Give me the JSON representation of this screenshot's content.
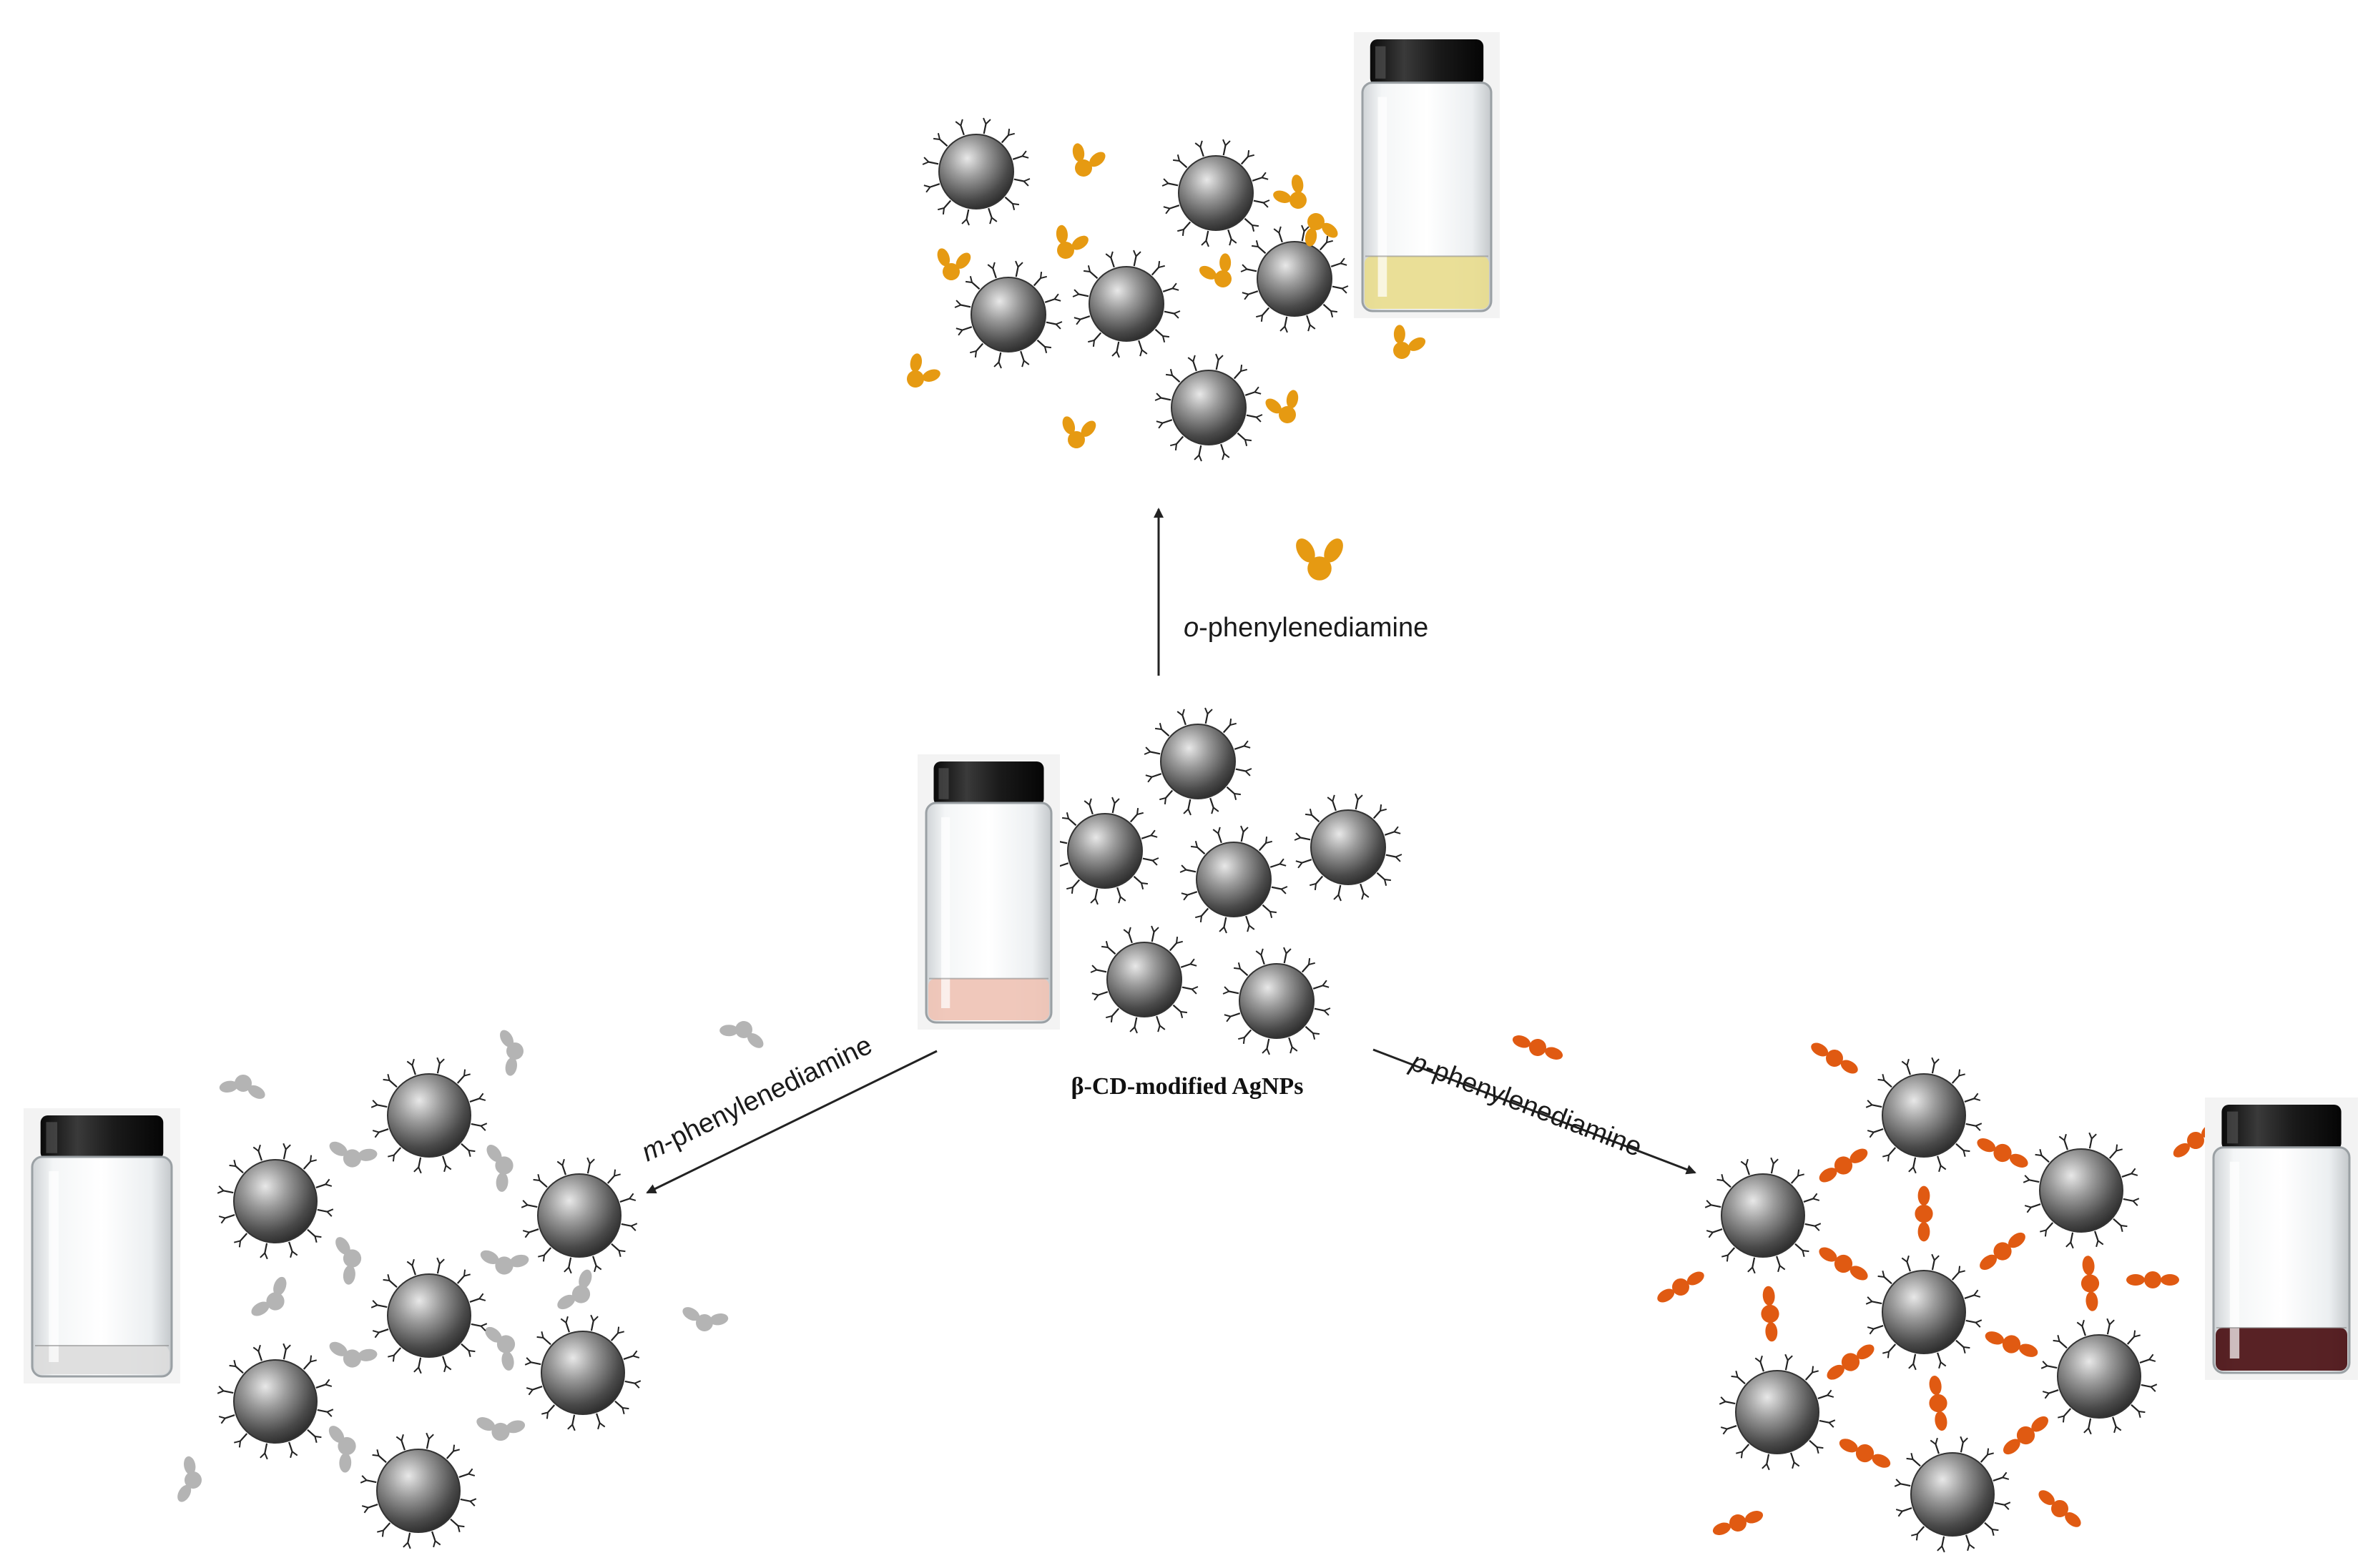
{
  "labels": {
    "center": "β-CD-modified AgNPs",
    "ortho_prefix": "o",
    "ortho_rest": "-phenylenediamine",
    "meta_prefix": "m",
    "meta_rest": "-phenylenediamine",
    "para_prefix": "p",
    "para_rest": "-phenylenediamine"
  },
  "colors": {
    "ortho_molecule": "#E69A12",
    "meta_molecule": "#B4B4B4",
    "para_molecule": "#E05A12",
    "nanoparticle": "#6b6b6b",
    "vial_initial_liquid": "#EFC3B5",
    "vial_ortho_liquid": "#E8DC8E",
    "vial_meta_liquid": "#DCDCDC",
    "vial_para_liquid": "#4A0F12"
  }
}
